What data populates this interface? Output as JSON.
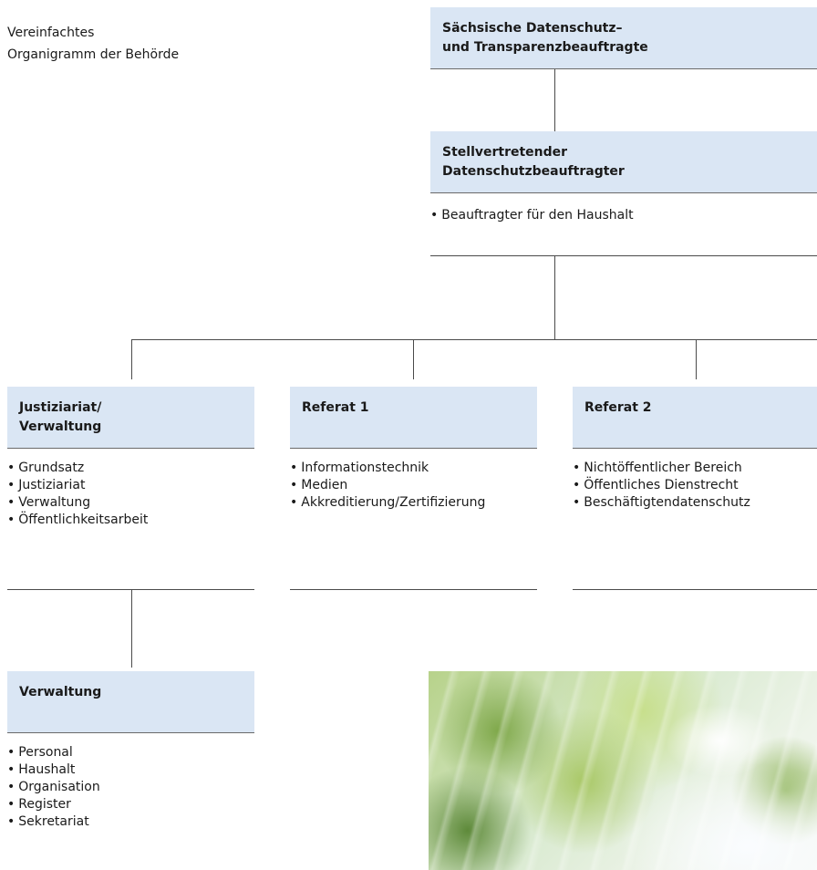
{
  "title": {
    "line1": "Vereinfachtes",
    "line2": "Organigramm der Behörde"
  },
  "top": {
    "line1": "Sächsische Datenschutz–",
    "line2": "und Transparenzbeauftragte"
  },
  "deputy": {
    "line1": "Stellvertretender",
    "line2": "Datenschutzbeauftragter",
    "items": [
      "Beauftragter für den Haushalt"
    ]
  },
  "justiziariat": {
    "line1": "Justiziariat/",
    "line2": "Verwaltung",
    "items": [
      "Grundsatz",
      "Justiziariat",
      "Verwaltung",
      "Öffentlichkeitsarbeit"
    ]
  },
  "referat1": {
    "label": "Referat 1",
    "items": [
      "Informationstechnik",
      "Medien",
      "Akkreditierung/Zertifizierung"
    ]
  },
  "referat2": {
    "label": "Referat 2",
    "items": [
      "Nichtöffentlicher Bereich",
      "Öffentliches Dienstrecht",
      "Beschäftigtendatenschutz"
    ]
  },
  "verwaltung": {
    "label": "Verwaltung",
    "items": [
      "Personal",
      "Haushalt",
      "Organisation",
      "Register",
      "Sekretariat"
    ]
  }
}
